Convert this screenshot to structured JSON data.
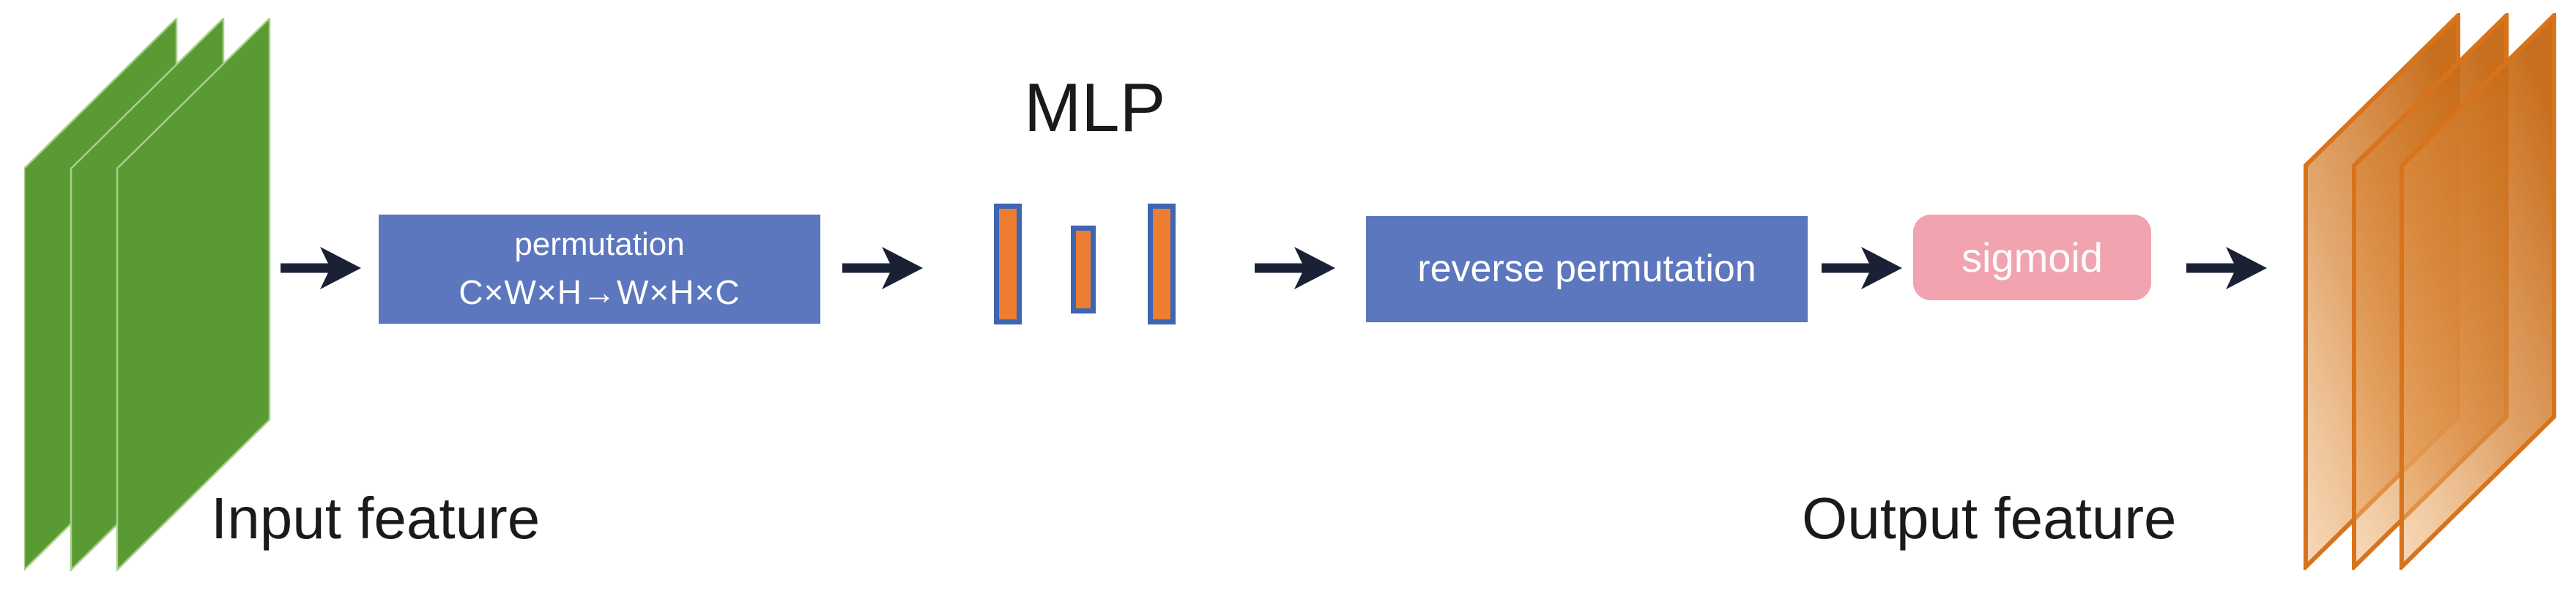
{
  "figure": {
    "type": "flow-diagram",
    "description": "Channel-attention style module: input feature maps are permuted, passed through an MLP, reverse-permuted, passed through a sigmoid, producing output feature maps.",
    "flow_order": [
      "Input feature",
      "permutation C×W×H→W×H×C",
      "MLP",
      "reverse permutation",
      "sigmoid",
      "Output feature"
    ]
  },
  "labels": {
    "input_feature": "Input feature",
    "output_feature": "Output feature",
    "mlp": "MLP"
  },
  "boxes": {
    "permutation": {
      "line1": "permutation",
      "line2": "C×W×H→W×H×C"
    },
    "reverse_permutation": {
      "label": "reverse permutation"
    },
    "sigmoid": {
      "label": "sigmoid"
    }
  },
  "colors": {
    "background": "#FFFFFF",
    "input_stack_green": "#5A9A33",
    "flow_box_blue": "#5C77BE",
    "flow_box_text": "#FFFFFF",
    "mlp_bar_fill_orange": "#ED7D31",
    "mlp_bar_border_blue": "#3D65B2",
    "sigmoid_pink": "#F1A3AF",
    "output_stack_orange_border": "#D9731B",
    "output_stack_orange_fill_dark": "#C56711",
    "output_stack_orange_fill_light": "#EFB273",
    "arrow_dark_navy": "#1B2135",
    "label_text": "#1A1A1A"
  }
}
